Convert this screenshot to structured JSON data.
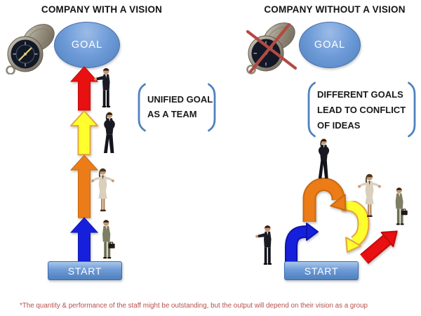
{
  "slide": {
    "left": {
      "title": "COMPANY WITH A VISION",
      "goal_label": "GOAL",
      "start_label": "START",
      "callout_lines": [
        "UNIFIED GOAL",
        "AS A TEAM"
      ],
      "arrow_sequence_bottom_to_top": [
        "blue",
        "orange",
        "yellow",
        "red"
      ],
      "arrow_direction": "all pointing up from START to GOAL"
    },
    "right": {
      "title": "COMPANY WITHOUT A VISION",
      "goal_label": "GOAL",
      "start_label": "START",
      "callout_lines": [
        "DIFFERENT GOALS",
        "LEAD TO CONFLICT",
        "OF IDEAS"
      ],
      "arrow_sequence": [
        "blue elbow right",
        "orange u-turn down",
        "yellow curve down-left",
        "red diagonal up-right"
      ],
      "arrow_direction": "scattered, pointing in conflicting directions away from GOAL"
    },
    "footnote": "*The quantity & performance of the staff might be outstanding, but the output will depend on their vision as a group",
    "icons": {
      "left_compass": "compass-icon",
      "right_compass": "compass-crossed-out-icon",
      "people_poses": [
        "pointing-person-icon",
        "hands-on-hips-person-icon",
        "shrugging-person-icon",
        "briefcase-person-icon"
      ]
    },
    "colors": {
      "goal_shape": "#5b8bd0",
      "start_shape": "#6d9ad6",
      "arrow_red": "#e81010",
      "arrow_yellow": "#ffff2e",
      "arrow_yellow_border": "#e2a33a",
      "arrow_orange": "#ec7c18",
      "arrow_blue": "#1620dc",
      "bracket_blue": "#4f81bd",
      "footnote_red": "#b5504a",
      "cross_red": "#b34a42"
    }
  }
}
